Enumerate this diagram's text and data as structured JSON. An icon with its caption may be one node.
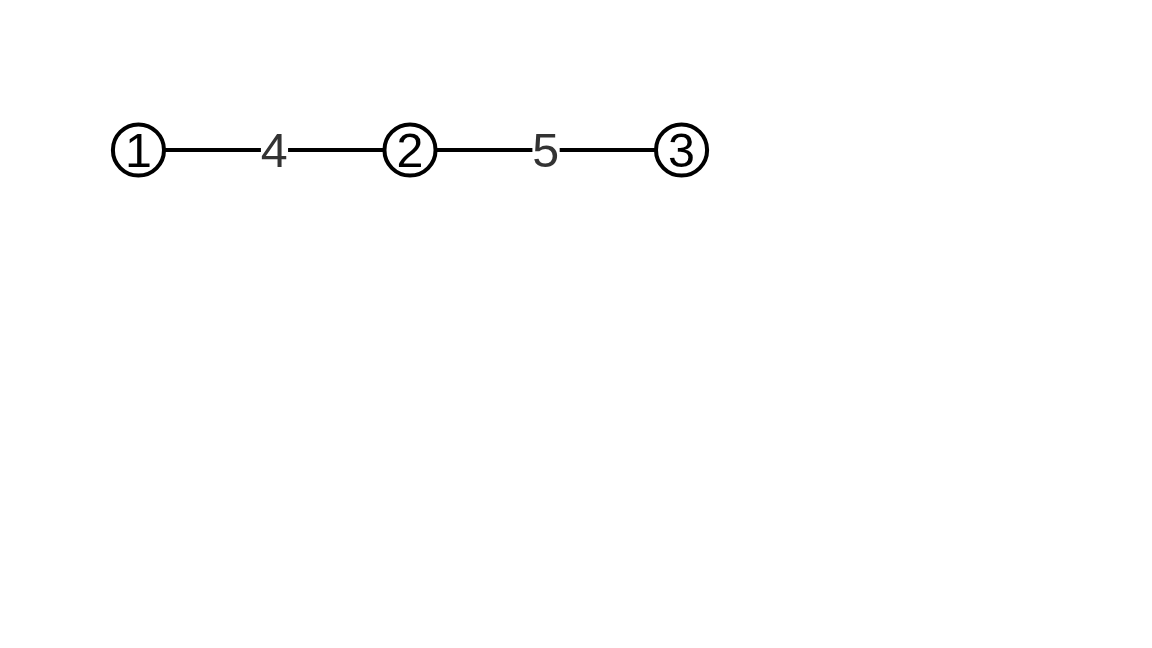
{
  "diagram": {
    "nodes": [
      {
        "text": [
          "1"
        ]
      },
      {
        "text": [
          "2"
        ]
      },
      {
        "text": [
          "3"
        ]
      }
    ],
    "edges": [
      {
        "from": 0,
        "to": 1,
        "arrow": "none",
        "label": "4"
      },
      {
        "from": 1,
        "to": 2,
        "arrow": "none",
        "label": "5"
      }
    ]
  }
}
